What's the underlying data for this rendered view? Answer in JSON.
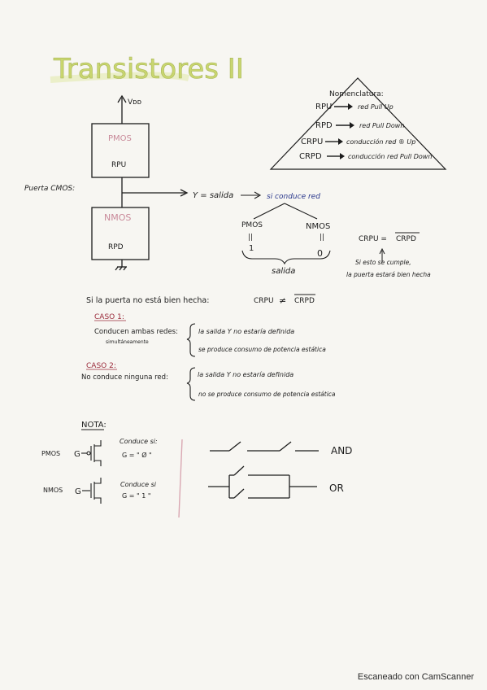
{
  "title": "Transistores II",
  "colors": {
    "ink_blue": "#26348a",
    "ink_black": "#1c1c1c",
    "ink_red": "#9a2a3a",
    "highlight_green": "#c9d66f",
    "paper": "#f7f6f2"
  },
  "circuit": {
    "vdd": "Vᴅᴅ",
    "pmos_label": "PMOS",
    "rpu_label": "RPU",
    "nmos_label": "NMOS",
    "rpd_label": "RPD",
    "puerta_label": "Puerta CMOS:",
    "y_salida": "Y = salida",
    "si_conduce": "si conduce red",
    "pmos_branch": "PMOS",
    "nmos_branch": "NMOS",
    "eq_sym": "||",
    "eq_sym2": "||",
    "val_1": "1",
    "val_0": "0",
    "salida": "salida"
  },
  "nomenclatura": {
    "title": "Nomenclatura:",
    "rows": [
      {
        "key": "RPU",
        "value": "red Pull Up"
      },
      {
        "key": "RPD",
        "value": "red Pull Down"
      },
      {
        "key": "CRPU",
        "value": "conducción red ® Up"
      },
      {
        "key": "CRPD",
        "value": "conducción red Pull Down"
      }
    ]
  },
  "crpu_rule": {
    "lhs": "CRPU =",
    "rhs": "CRPD",
    "note_line1": "Si esto se cumple,",
    "note_line2": "la puerta estará bien hecha"
  },
  "bad_gate": {
    "intro": "Si la puerta no está bien hecha:",
    "crpu": "CRPU",
    "neq": "≠",
    "crpd": "CRPD",
    "caso1_title": "CASO 1:",
    "caso1_lhs1": "Conducen ambas redes:",
    "caso1_lhs2": "simultáneamente",
    "caso1_r1": "la salida Y no estaría definida",
    "caso1_r2": "se produce consumo de potencia estática",
    "caso2_title": "CASO 2:",
    "caso2_lhs": "No conduce ninguna red:",
    "caso2_r1": "la salida Y no estaría definida",
    "caso2_r2": "no se produce consumo de potencia estática"
  },
  "nota": {
    "title": "NOTA:",
    "pmos": "PMOS",
    "g1": "G",
    "pmos_cond1": "Conduce si:",
    "pmos_cond2": "G = \" Ø \"",
    "nmos": "NMOS",
    "g2": "G",
    "nmos_cond1": "Conduce si",
    "nmos_cond2": "G = \" 1 \"",
    "and": "AND",
    "or": "OR"
  },
  "footer": "Escaneado con CamScanner"
}
